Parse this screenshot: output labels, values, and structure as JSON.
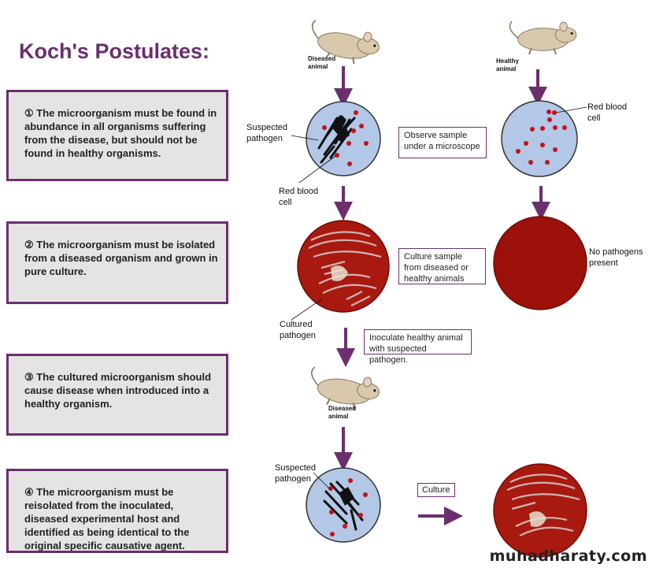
{
  "title": "Koch's Postulates:",
  "postulates": [
    {
      "marker": "①",
      "text": "The microorganism must be found in abundance in all organisms suffering from the disease, but should not be found in healthy organisms."
    },
    {
      "marker": "②",
      "text": "The microorganism must be isolated from a diseased organism and grown in pure culture."
    },
    {
      "marker": "③",
      "text": "The cultured microorganism should cause disease when introduced into a healthy organism."
    },
    {
      "marker": "④",
      "text": "The microorganism must be reisolated from the inoculated, diseased experimental host and identified as being identical to the original specific causative agent."
    }
  ],
  "labels": {
    "diseased_animal": "Diseased animal",
    "healthy_animal": "Healthy animal",
    "suspected_pathogen": "Suspected pathogen",
    "red_blood_cell_1": "Red blood cell",
    "red_blood_cell_2": "Red blood cell",
    "observe": "Observe sample under a microscope",
    "culture_sample": "Culture sample from diseased or healthy animals",
    "no_pathogens": "No pathogens present",
    "cultured_pathogen": "Cultured pathogen",
    "inoculate": "Inoculate healthy animal with suspected pathogen.",
    "diseased_animal_2": "Diseased animal",
    "suspected_pathogen_2": "Suspected pathogen",
    "culture": "Culture"
  },
  "watermark": "muhadharaty.com",
  "colors": {
    "accent": "#6b2f6e",
    "box_bg": "#e6e4e2",
    "slide_blue": "#b3c7e6",
    "blood_red": "#c4121c",
    "agar_red": "#9c1109",
    "culture_red": "#a8190f",
    "mouse_tan": "#d8c9ac"
  }
}
